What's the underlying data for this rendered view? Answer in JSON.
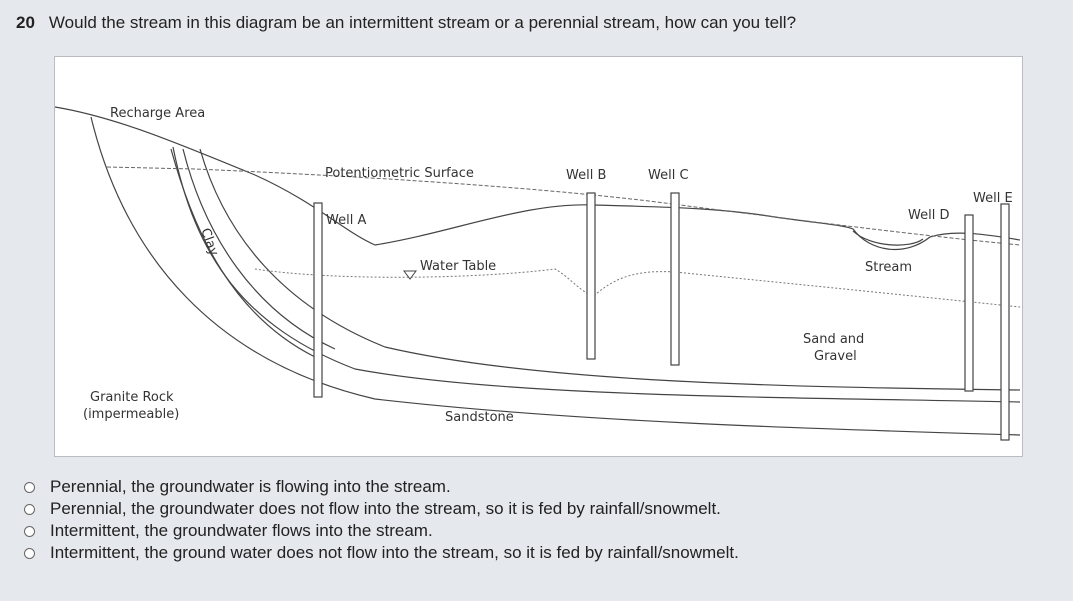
{
  "question": {
    "number": "20",
    "text": "Would the stream in this diagram be an intermittent stream or a perennial stream, how can you tell?"
  },
  "diagram": {
    "labels": {
      "recharge_area": "Recharge Area",
      "potentiometric_surface": "Potentiometric Surface",
      "well_a": "Well A",
      "well_b": "Well B",
      "well_c": "Well C",
      "well_d": "Well D",
      "well_e": "Well E",
      "clay": "Clay",
      "water_table": "Water Table",
      "stream": "Stream",
      "sand_and_gravel_1": "Sand and",
      "sand_and_gravel_2": "Gravel",
      "granite_rock_1": "Granite Rock",
      "granite_rock_2": "(impermeable)",
      "sandstone": "Sandstone"
    }
  },
  "options": [
    {
      "label": "Perennial, the groundwater is flowing into the stream."
    },
    {
      "label": "Perennial, the groundwater does not flow into the stream, so it is fed by rainfall/snowmelt."
    },
    {
      "label": "Intermittent, the groundwater flows into the stream."
    },
    {
      "label": "Intermittent, the ground water does not flow into the stream, so it is fed by rainfall/snowmelt."
    }
  ]
}
